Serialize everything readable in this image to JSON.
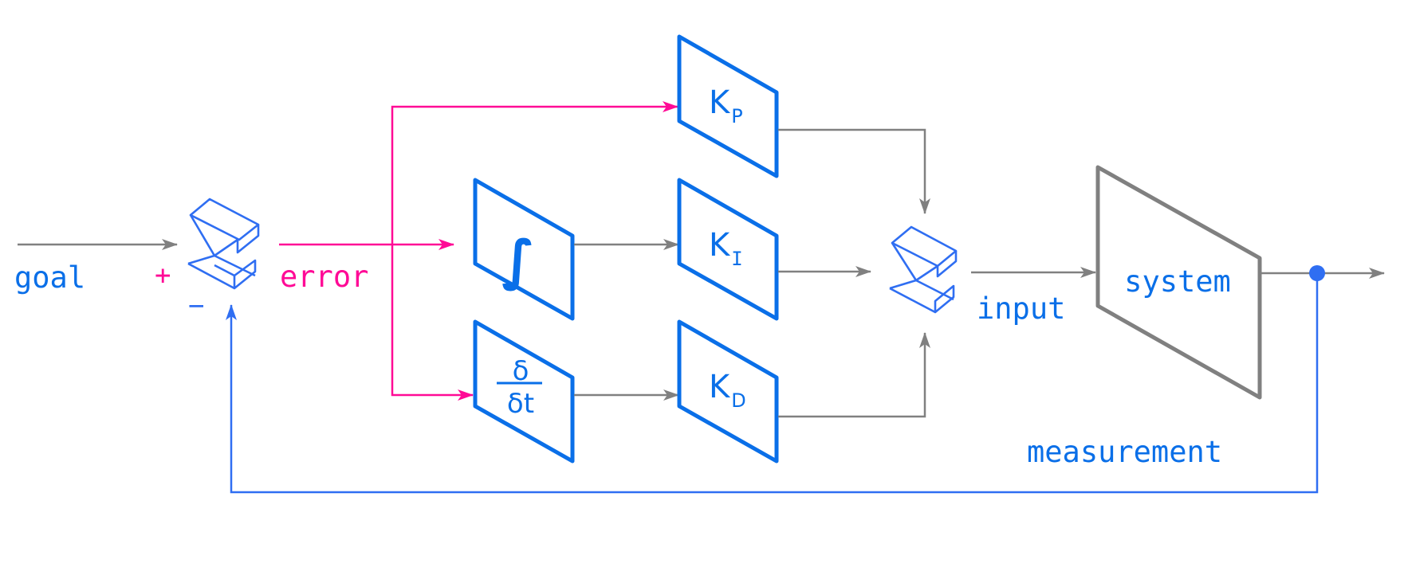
{
  "title": "PID controller block diagram",
  "colors": {
    "block_blue": "#0a6fe8",
    "system_gray": "#808080",
    "error_pink": "#ff0a96",
    "feedback_blue": "#2f6ef2",
    "text_blue": "#0a6fe8"
  },
  "labels": {
    "goal": "goal",
    "plus": "+",
    "minus": "−",
    "error": "error",
    "input": "input",
    "system": "system",
    "measurement": "measurement"
  },
  "blocks": {
    "integral": {
      "symbol": "∫",
      "icon": "integral-icon"
    },
    "derivative": {
      "numerator": "δ",
      "denominator": "δt",
      "icon": "derivative-icon"
    },
    "kp": {
      "main": "K",
      "sub": "P"
    },
    "ki": {
      "main": "K",
      "sub": "I"
    },
    "kd": {
      "main": "K",
      "sub": "D"
    }
  },
  "nodes": {
    "summing_junction_1": {
      "icon": "sigma-icon",
      "inputs": [
        "goal (+)",
        "measurement (−)"
      ],
      "output": "error"
    },
    "summing_junction_2": {
      "icon": "sigma-icon",
      "inputs": [
        "K_P",
        "K_I",
        "K_D"
      ],
      "output": "input"
    },
    "branch_point": {
      "icon": "dot-icon"
    }
  },
  "edges": [
    {
      "from": "goal",
      "to": "summing_junction_1",
      "color": "gray"
    },
    {
      "from": "summing_junction_1",
      "to": "integral",
      "label": "error",
      "color": "pink"
    },
    {
      "from": "error",
      "to": "kp",
      "color": "pink"
    },
    {
      "from": "error",
      "to": "derivative",
      "color": "pink"
    },
    {
      "from": "integral",
      "to": "ki",
      "color": "gray"
    },
    {
      "from": "derivative",
      "to": "kd",
      "color": "gray"
    },
    {
      "from": "kp",
      "to": "summing_junction_2",
      "color": "gray"
    },
    {
      "from": "ki",
      "to": "summing_junction_2",
      "color": "gray"
    },
    {
      "from": "kd",
      "to": "summing_junction_2",
      "color": "gray"
    },
    {
      "from": "summing_junction_2",
      "to": "system",
      "label": "input",
      "color": "gray"
    },
    {
      "from": "system",
      "to": "output",
      "color": "gray"
    },
    {
      "from": "branch_point",
      "to": "summing_junction_1",
      "label": "measurement",
      "color": "blue"
    }
  ]
}
